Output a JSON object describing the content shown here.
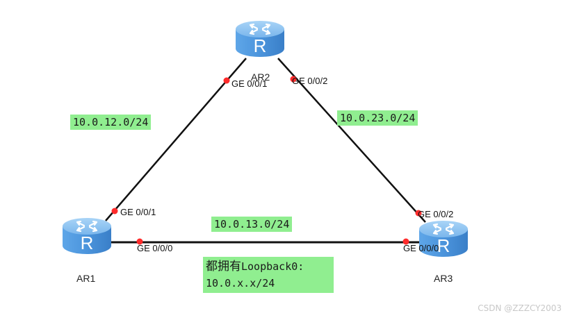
{
  "devices": [
    {
      "id": "ar1",
      "name": "AR1",
      "type": "router",
      "icon": "router-icon"
    },
    {
      "id": "ar2",
      "name": "AR2",
      "type": "router",
      "icon": "router-icon"
    },
    {
      "id": "ar3",
      "name": "AR3",
      "type": "router",
      "icon": "router-icon"
    }
  ],
  "router_glyph": "R",
  "links": [
    {
      "from": "ar1",
      "to": "ar2",
      "network": "10.0.12.0/24",
      "from_port": "GE 0/0/1",
      "to_port": "GE 0/0/1"
    },
    {
      "from": "ar2",
      "to": "ar3",
      "network": "10.0.23.0/24",
      "from_port": "GE 0/0/2",
      "to_port": "GE 0/0/2"
    },
    {
      "from": "ar1",
      "to": "ar3",
      "network": "10.0.13.0/24",
      "from_port": "GE 0/0/0",
      "to_port": "GE 0/0/0"
    }
  ],
  "note": {
    "line1_cn": "都拥有",
    "line1_en": "Loopback0:",
    "line2": "10.0.x.x/24"
  },
  "colors": {
    "link": "#111111",
    "port_dot": "#ff2b2b",
    "label_bg": "#90ee90",
    "router_top": "#8ec5f2",
    "router_body": "#4a90d9"
  },
  "watermark": "CSDN @ZZZCY2003"
}
